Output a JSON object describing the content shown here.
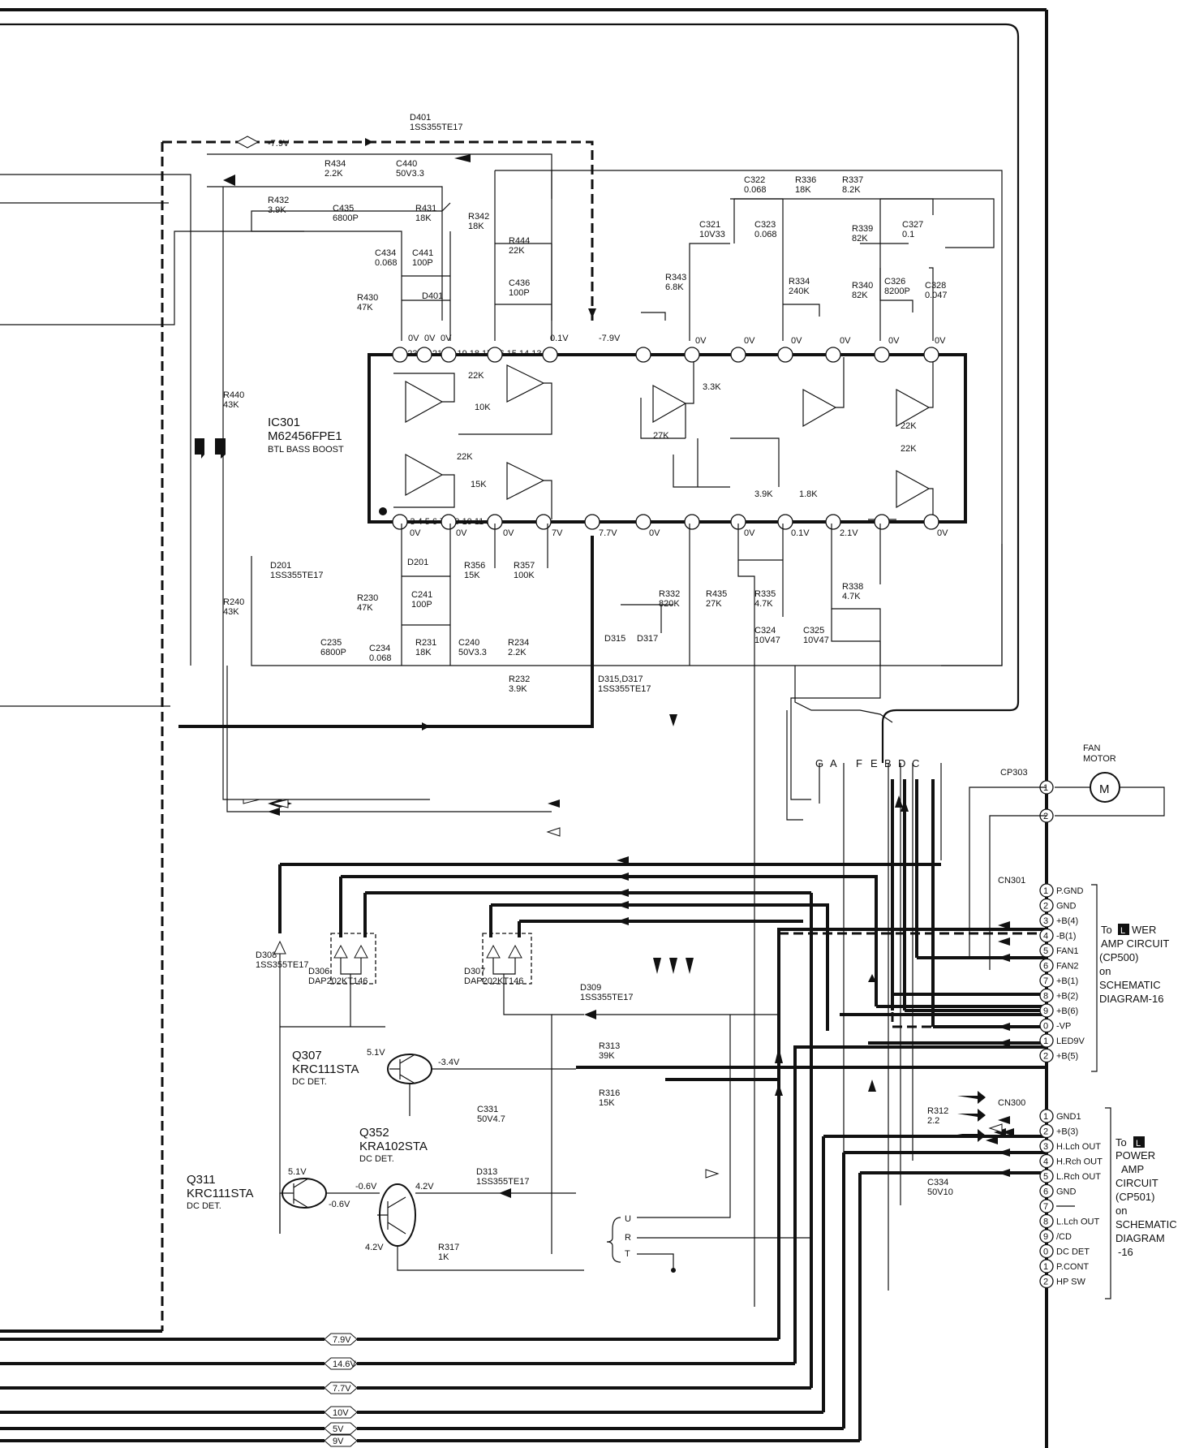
{
  "ic": {
    "ref": "IC301",
    "part": "M62456FPE1",
    "desc": "BTL BASS BOOST",
    "top_pin_nums": "24 23 22 21 20 19 18 17 16 15 14 13",
    "bot_pin_nums": "1 2 3 4 5 6 7 8 9 10 11 12",
    "internal_labels": [
      "22K",
      "10K",
      "22K",
      "15K",
      "27K",
      "3.3K",
      "3.9K",
      "1.8K",
      "22K",
      "22K"
    ]
  },
  "voltages_top": [
    "0V",
    "0V",
    "0V",
    "0.1V",
    "-7.9V",
    "0V",
    "0V",
    "0V",
    "0V",
    "0V",
    "0V"
  ],
  "voltages_bottom": [
    "0V",
    "0V",
    "0V",
    "7V",
    "7.7V",
    "0V",
    "0V",
    "0.1V",
    "2.1V",
    "0V"
  ],
  "components": [
    {
      "ref": "D401",
      "value": "1SS355TE17"
    },
    {
      "ref": "R434",
      "value": "2.2K"
    },
    {
      "ref": "C440",
      "value": "50V3.3"
    },
    {
      "ref": "R432",
      "value": "3.9K"
    },
    {
      "ref": "C435",
      "value": "6800P"
    },
    {
      "ref": "R431",
      "value": "18K"
    },
    {
      "ref": "C434",
      "value": "0.068"
    },
    {
      "ref": "C441",
      "value": "100P"
    },
    {
      "ref": "R430",
      "value": "47K"
    },
    {
      "ref": "D401",
      "value": ""
    },
    {
      "ref": "R342",
      "value": "18K"
    },
    {
      "ref": "R444",
      "value": "22K"
    },
    {
      "ref": "C436",
      "value": "100P"
    },
    {
      "ref": "R343",
      "value": "6.8K"
    },
    {
      "ref": "C321",
      "value": "10V33"
    },
    {
      "ref": "C322",
      "value": "0.068"
    },
    {
      "ref": "C323",
      "value": "0.068"
    },
    {
      "ref": "R336",
      "value": "18K"
    },
    {
      "ref": "R337",
      "value": "8.2K"
    },
    {
      "ref": "R339",
      "value": "82K"
    },
    {
      "ref": "C327",
      "value": "0.1"
    },
    {
      "ref": "R334",
      "value": "240K"
    },
    {
      "ref": "R340",
      "value": "82K"
    },
    {
      "ref": "C326",
      "value": "8200P"
    },
    {
      "ref": "C328",
      "value": "0.047"
    },
    {
      "ref": "R440",
      "value": "43K"
    },
    {
      "ref": "D201",
      "value": "1SS355TE17"
    },
    {
      "ref": "D201",
      "value": ""
    },
    {
      "ref": "R230",
      "value": "47K"
    },
    {
      "ref": "C241",
      "value": "100P"
    },
    {
      "ref": "R240",
      "value": "43K"
    },
    {
      "ref": "C235",
      "value": "6800P"
    },
    {
      "ref": "C234",
      "value": "0.068"
    },
    {
      "ref": "R231",
      "value": "18K"
    },
    {
      "ref": "C240",
      "value": "50V3.3"
    },
    {
      "ref": "R234",
      "value": "2.2K"
    },
    {
      "ref": "R232",
      "value": "3.9K"
    },
    {
      "ref": "R356",
      "value": "15K"
    },
    {
      "ref": "R357",
      "value": "100K"
    },
    {
      "ref": "R332",
      "value": "820K"
    },
    {
      "ref": "R435",
      "value": "27K"
    },
    {
      "ref": "R335",
      "value": "4.7K"
    },
    {
      "ref": "C324",
      "value": "10V47"
    },
    {
      "ref": "C325",
      "value": "10V47"
    },
    {
      "ref": "R338",
      "value": "4.7K"
    },
    {
      "ref": "D315",
      "value": ""
    },
    {
      "ref": "D317",
      "value": ""
    },
    {
      "ref": "D315,D317",
      "value": "1SS355TE17"
    },
    {
      "ref": "D308",
      "value": "1SS355TE17"
    },
    {
      "ref": "D306",
      "value": "DAP202KT146"
    },
    {
      "ref": "D307",
      "value": "DAP202KT146"
    },
    {
      "ref": "D309",
      "value": "1SS355TE17"
    },
    {
      "ref": "R313",
      "value": "39K"
    },
    {
      "ref": "R316",
      "value": "15K"
    },
    {
      "ref": "C331",
      "value": "50V4.7"
    },
    {
      "ref": "R312",
      "value": "2.2"
    },
    {
      "ref": "C334",
      "value": "50V10"
    },
    {
      "ref": "D313",
      "value": "1SS355TE17"
    },
    {
      "ref": "R317",
      "value": "1K"
    }
  ],
  "transistors": [
    {
      "ref": "Q307",
      "part": "KRC111STA",
      "func": "DC DET.",
      "v1": "5.1V",
      "v2": "-3.4V"
    },
    {
      "ref": "Q352",
      "part": "KRA102STA",
      "func": "DC DET.",
      "v1": "-0.6V",
      "v2": "4.2V",
      "v3": "4.2V"
    },
    {
      "ref": "Q311",
      "part": "KRC111STA",
      "func": "DC DET.",
      "v1": "5.1V",
      "v2": "-0.6V"
    }
  ],
  "top_rail": "-7.9V",
  "bus_letters": [
    "G",
    "A",
    "F",
    "E",
    "B",
    "D",
    "C"
  ],
  "urt": [
    "U",
    "R",
    "T"
  ],
  "fan": {
    "label1": "FAN",
    "label2": "MOTOR",
    "motor": "M",
    "connector": "CP303",
    "pins": [
      "1",
      "2"
    ]
  },
  "cn301": {
    "ref": "CN301",
    "pins": [
      {
        "n": "1",
        "label": "P.GND"
      },
      {
        "n": "2",
        "label": "GND"
      },
      {
        "n": "3",
        "label": "+B(4)"
      },
      {
        "n": "4",
        "label": "-B(1)"
      },
      {
        "n": "5",
        "label": "FAN1"
      },
      {
        "n": "6",
        "label": "FAN2"
      },
      {
        "n": "7",
        "label": "+B(1)"
      },
      {
        "n": "8",
        "label": "+B(2)"
      },
      {
        "n": "9",
        "label": "+B(6)"
      },
      {
        "n": "0",
        "label": "-VP"
      },
      {
        "n": "1",
        "label": "LED9V"
      },
      {
        "n": "2",
        "label": "+B(5)"
      }
    ],
    "note": [
      "To",
      "WER",
      "AMP CIRCUIT",
      "(CP500)",
      "on",
      "SCHEMATIC",
      "DIAGRAM-16"
    ],
    "note_box": "L"
  },
  "cn300": {
    "ref": "CN300",
    "pins": [
      {
        "n": "1",
        "label": "GND1"
      },
      {
        "n": "2",
        "label": "+B(3)"
      },
      {
        "n": "3",
        "label": "H.Lch OUT"
      },
      {
        "n": "4",
        "label": "H.Rch OUT"
      },
      {
        "n": "5",
        "label": "L.Rch OUT"
      },
      {
        "n": "6",
        "label": "GND"
      },
      {
        "n": "7",
        "label": ""
      },
      {
        "n": "8",
        "label": "L.Lch OUT"
      },
      {
        "n": "9",
        "label": "/CD"
      },
      {
        "n": "0",
        "label": "DC DET"
      },
      {
        "n": "1",
        "label": "P.CONT"
      },
      {
        "n": "2",
        "label": "HP SW"
      }
    ],
    "note": [
      "To",
      "POWER",
      "AMP",
      "CIRCUIT",
      "(CP501)",
      "on",
      "SCHEMATIC",
      "DIAGRAM",
      "-16"
    ],
    "note_box": "L"
  },
  "rails": [
    "7.9V",
    "14.6V",
    "7.7V",
    "10V",
    "5V",
    "9V"
  ]
}
